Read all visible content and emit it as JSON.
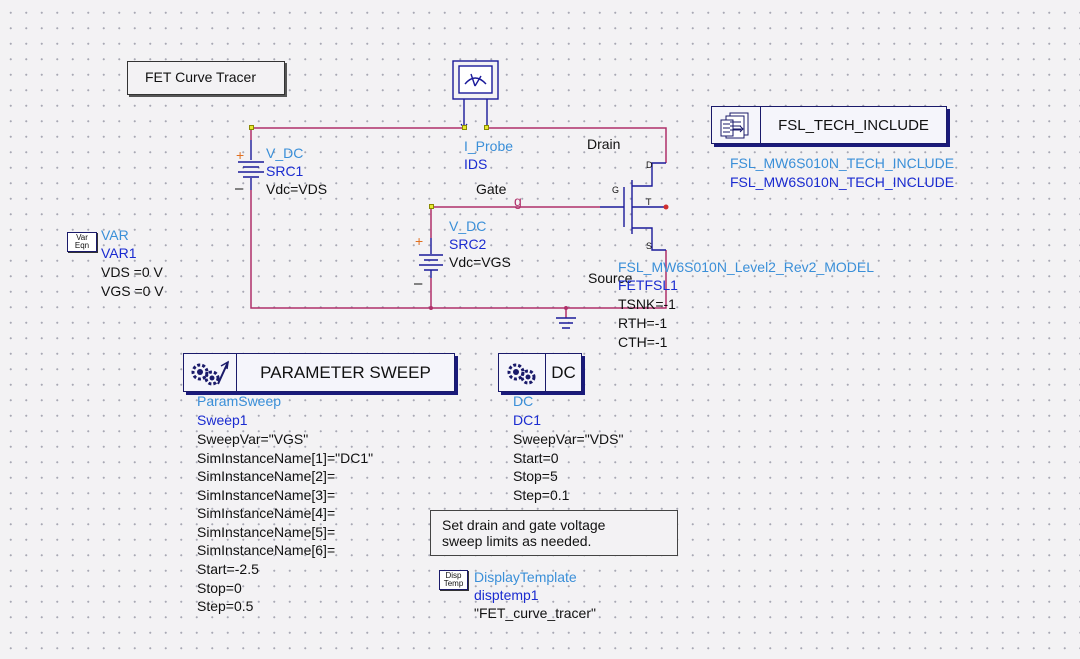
{
  "title_box": "FET Curve Tracer",
  "i_probe": {
    "type": "I_Probe",
    "name": "IDS"
  },
  "drain_label": "Drain",
  "gate_label": "Gate",
  "source_label": "Source",
  "gate_wire_label": "g",
  "src1": {
    "type": "V_DC",
    "name": "SRC1",
    "param": "Vdc=VDS"
  },
  "src2": {
    "type": "V_DC",
    "name": "SRC2",
    "param": "Vdc=VGS"
  },
  "var": {
    "icon_top": "Var",
    "icon_bottom": "Eqn",
    "type": "VAR",
    "name": "VAR1",
    "lines": [
      "VDS =0 V",
      "VGS =0 V"
    ]
  },
  "fet": {
    "pin_d": "D",
    "pin_g": "G",
    "pin_t": "T",
    "pin_s": "S",
    "model": "FSL_MW6S010N_Level2_Rev2_MODEL",
    "name": "FETFSL1",
    "params": [
      "TSNK=-1",
      "RTH=-1",
      "CTH=-1"
    ]
  },
  "tech": {
    "title": "FSL_TECH_INCLUDE",
    "lines": [
      "FSL_MW6S010N_TECH_INCLUDE",
      "FSL_MW6S010N_TECH_INCLUDE"
    ]
  },
  "sweep": {
    "title": "PARAMETER SWEEP",
    "type": "ParamSweep",
    "name": "Sweep1",
    "params": [
      "SweepVar=\"VGS\"",
      "SimInstanceName[1]=\"DC1\"",
      "SimInstanceName[2]=",
      "SimInstanceName[3]=",
      "SimInstanceName[4]=",
      "SimInstanceName[5]=",
      "SimInstanceName[6]=",
      "Start=-2.5",
      "Stop=0",
      "Step=0.5"
    ]
  },
  "dc": {
    "title": "DC",
    "type": "DC",
    "name": "DC1",
    "params": [
      "SweepVar=\"VDS\"",
      "Start=0",
      "Stop=5",
      "Step=0.1"
    ]
  },
  "note": {
    "line1": "Set drain and gate voltage",
    "line2": "sweep limits as needed."
  },
  "disp": {
    "icon_top": "Disp",
    "icon_bottom": "Temp",
    "type": "DisplayTemplate",
    "name": "disptemp1",
    "param": "\"FET_curve_tracer\""
  },
  "colors": {
    "wire": "#b0306a",
    "component": "#1a1a9a",
    "label": "#3a8fd8",
    "dark_label": "#1a2bd0",
    "node": "#d03030"
  }
}
